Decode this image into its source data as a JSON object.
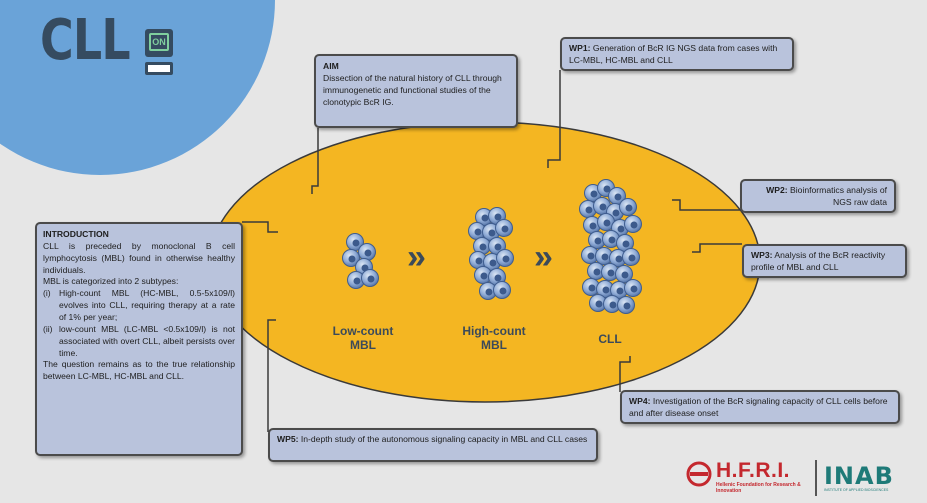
{
  "logo": {
    "text": "CLL",
    "badge": "ON"
  },
  "aim": {
    "title": "AIM",
    "text": "Dissection of the natural history of CLL through immunogenetic and functional studies of the clonotypic BcR IG."
  },
  "wp1": {
    "label": "WP1:",
    "text": " Generation of BcR IG NGS data from cases with LC-MBL, HC-MBL and CLL"
  },
  "wp2": {
    "label": "WP2:",
    "text": " Bioinformatics analysis of NGS raw data"
  },
  "wp3": {
    "label": "WP3:",
    "text": " Analysis of the BcR reactivity profile of MBL and CLL"
  },
  "wp4": {
    "label": "WP4:",
    "text": " Investigation of the BcR signaling capacity of CLL cells before and after disease onset"
  },
  "wp5": {
    "label": "WP5:",
    "text": " In-depth study of the autonomous signaling capacity in MBL and CLL cases"
  },
  "intro": {
    "title": "INTRODUCTION",
    "p1": "CLL is preceded by monoclonal B cell lymphocytosis (MBL) found in otherwise healthy individuals.",
    "p2": "MBL is categorized into 2 subtypes:",
    "i1_marker": "(i)",
    "i1": "High-count MBL (HC-MBL, 0.5-5x109/l) evolves into CLL, requiring therapy at a rate of 1% per year;",
    "i2_marker": "(ii)",
    "i2": "low-count MBL (LC-MBL <0.5x109/l) is not associated with overt CLL, albeit persists over time.",
    "p3": "The question remains as to the true relationship between LC-MBL, HC-MBL and CLL."
  },
  "stages": {
    "low": "Low-count\nMBL",
    "high": "High-count\nMBL",
    "cll": "CLL"
  },
  "arrow_glyph": "»",
  "footer": {
    "hfri": "H.F.R.I.",
    "hfri_sub": "Hellenic Foundation for Research & Innovation",
    "inab": "INAB",
    "inab_sub": "INSTITUTE OF APPLIED BIOSCIENCES"
  },
  "colors": {
    "background": "#e6e6e6",
    "ellipse_fill": "#f4b622",
    "box_fill": "#b9c3dc",
    "corner_blue": "#6aa3d8",
    "logo_dark": "#354b60",
    "cell_blue": "#6c8fc4",
    "hfri_red": "#c4282e",
    "inab_teal": "#1e7a78"
  }
}
